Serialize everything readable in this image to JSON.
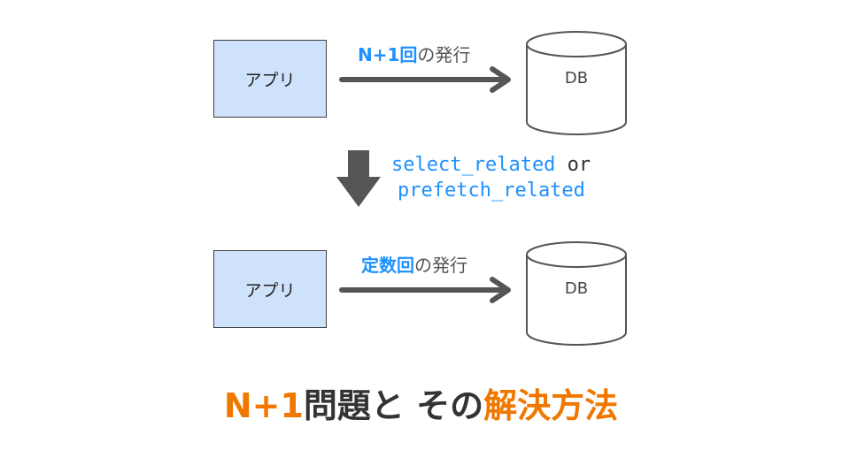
{
  "rows": [
    {
      "app_label": "アプリ",
      "arrow_label_em": "N+1回",
      "arrow_label_rest": "の発行",
      "db_label": "DB"
    },
    {
      "app_label": "アプリ",
      "arrow_label_em": "定数回",
      "arrow_label_rest": "の発行",
      "db_label": "DB"
    }
  ],
  "transition": {
    "line1_code": "select_related",
    "line1_word": " or",
    "line2_code": "prefetch_related"
  },
  "title": {
    "part1": "N+1",
    "part2": "問題と その",
    "part3": "解決方法"
  },
  "colors": {
    "app_fill": "#cfe2fb",
    "accent_blue": "#1e90ff",
    "accent_orange": "#f07800",
    "arrow_gray": "#555555"
  }
}
